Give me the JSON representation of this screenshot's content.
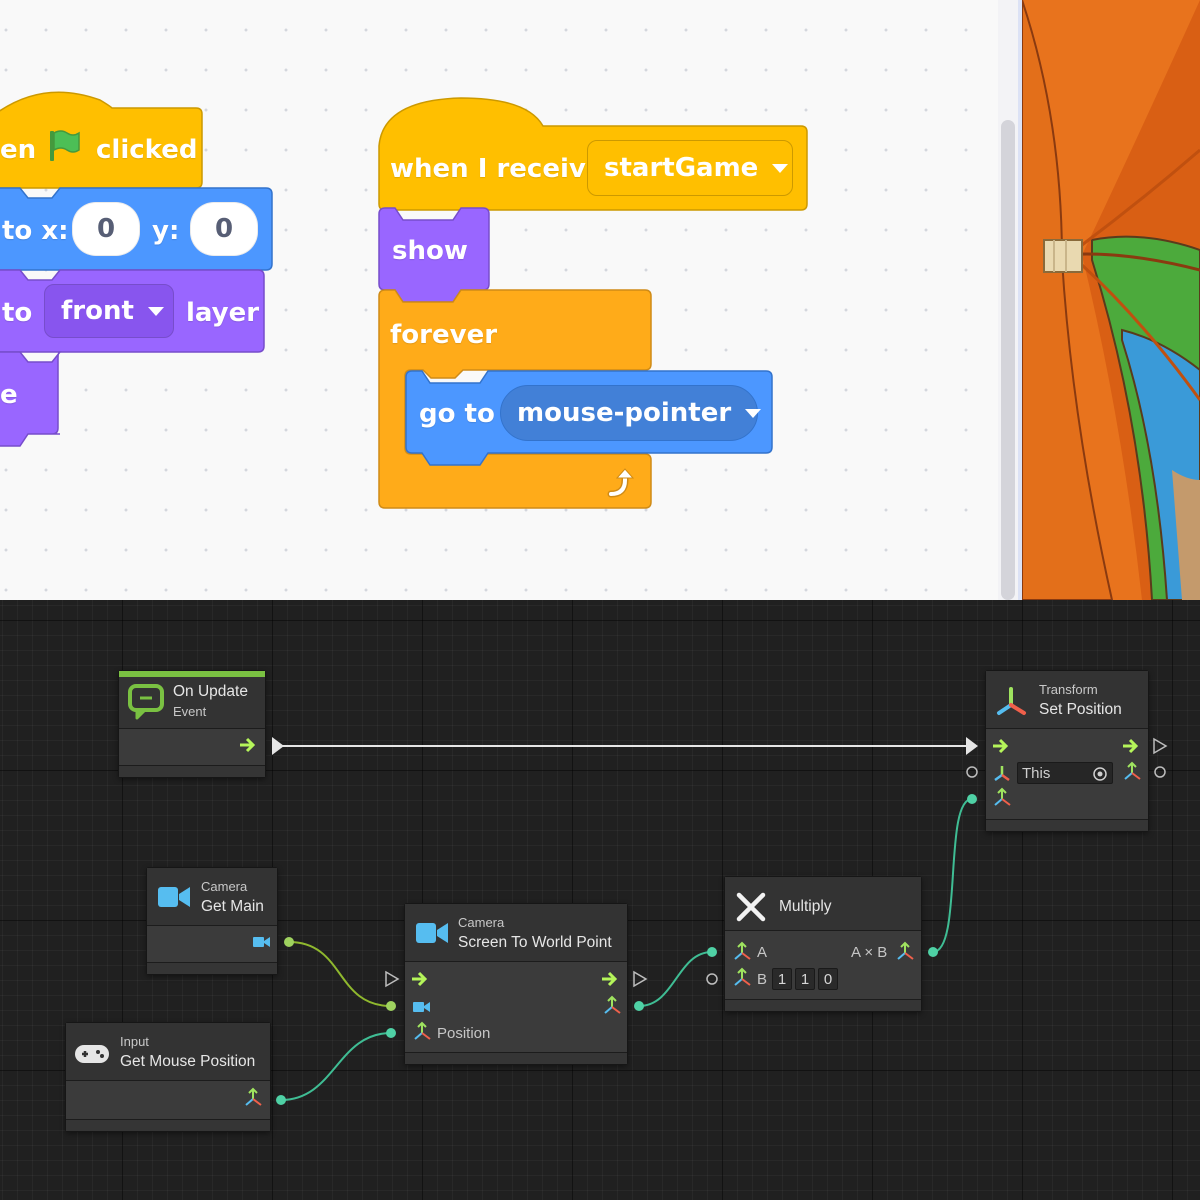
{
  "block_editor": {
    "flag_script": {
      "hat_text_start": "en",
      "hat_text_end": "clicked",
      "goto_label": "to x:",
      "x_value": "0",
      "y_label": "y:",
      "y_value": "0",
      "layer_label_start": "to",
      "layer_option": "front",
      "layer_label_end": "layer",
      "partial_block_text": "e"
    },
    "receive_script": {
      "hat_label": "when I receive",
      "message_option": "startGame",
      "show_label": "show",
      "forever_label": "forever",
      "goto_label": "go to",
      "goto_target": "mouse-pointer"
    },
    "colors": {
      "events": "#ffbf00",
      "motion": "#4c97ff",
      "looks": "#9966ff",
      "control": "#ffab19"
    }
  },
  "visual_script": {
    "on_update": {
      "subtitle": "On Update",
      "title": "Event"
    },
    "get_main": {
      "category": "Camera",
      "title": "Get Main"
    },
    "mouse": {
      "category": "Input",
      "title": "Get Mouse Position"
    },
    "screen_to_world": {
      "category": "Camera",
      "title": "Screen To World Point",
      "port_position": "Position"
    },
    "multiply": {
      "title": "Multiply",
      "port_a": "A",
      "port_b": "B",
      "b_values": [
        "1",
        "1",
        "0"
      ],
      "output_label": "A × B"
    },
    "set_position": {
      "category": "Transform",
      "title": "Set Position",
      "target": "This"
    },
    "colors": {
      "flow": "#b5f55a",
      "camera_port": "#9fd25f",
      "vector_port": "#4fd1a5",
      "event_accent": "#7ac142",
      "camera_icon": "#56bdf0"
    }
  }
}
